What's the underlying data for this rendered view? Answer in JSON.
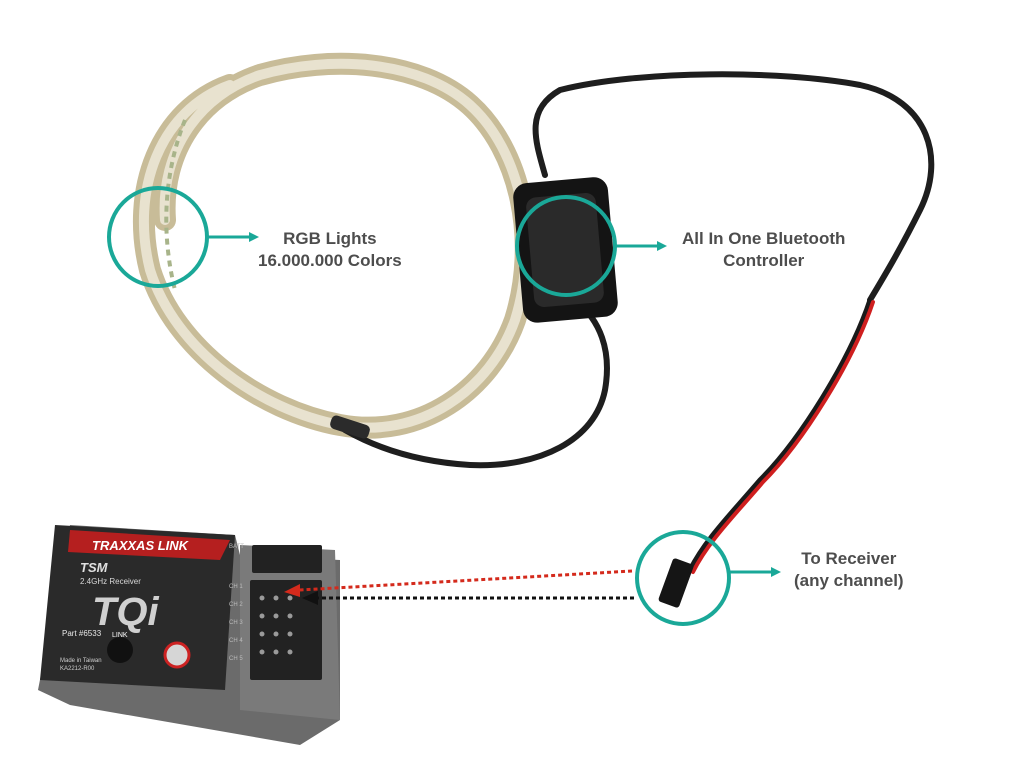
{
  "labels": {
    "rgb": {
      "line1": "RGB Lights",
      "line2": "16.000.000 Colors"
    },
    "controller": {
      "line1": "All In One Bluetooth",
      "line2": "Controller"
    },
    "receiver": {
      "line1": "To Receiver",
      "line2": "(any channel)"
    }
  },
  "receiver_device": {
    "brand": "TRAXXAS LINK",
    "tsm": "TSM",
    "freq": "2.4GHz Receiver",
    "model": "TQi",
    "part": "Part #6533",
    "link": "LINK",
    "origin": "Made in Taiwan",
    "code": "KA2212-R00",
    "channels": [
      "BATT",
      "CH 1",
      "CH 2",
      "CH 3",
      "CH 4",
      "CH 5"
    ]
  },
  "colors": {
    "accent": "#1aa898",
    "label_text": "#4d4d4d",
    "cable": "#1e1e1e",
    "red_wire": "#cf1f1f",
    "red_dots": "#d42a1c",
    "black_dots": "#111111",
    "receiver_body": "#6b6b6b"
  }
}
